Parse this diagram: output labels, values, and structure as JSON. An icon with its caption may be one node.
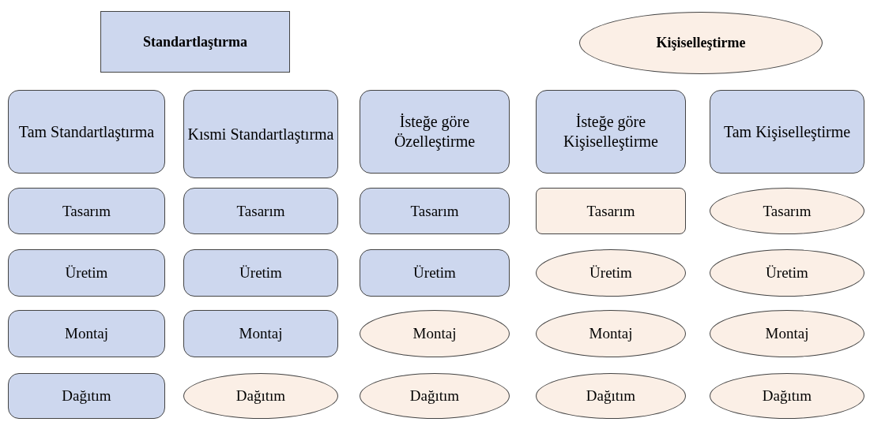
{
  "diagram": {
    "nodes": [
      {
        "text": [
          "Standartlaştırma"
        ]
      },
      {
        "text": [
          "Kişiselleştirme"
        ]
      },
      {
        "text": [
          "Tam Standartlaştırma"
        ]
      },
      {
        "text": [
          "Kısmi Standartlaştırma"
        ]
      },
      {
        "text": [
          "İsteğe göre Özelleştirme"
        ]
      },
      {
        "text": [
          "İsteğe göre Kişiselleştirme"
        ]
      },
      {
        "text": [
          "Tam Kişiselleştirme"
        ]
      },
      {
        "text": [
          "Tasarım"
        ]
      },
      {
        "text": [
          "Tasarım"
        ]
      },
      {
        "text": [
          "Tasarım"
        ]
      },
      {
        "text": [
          "Tasarım"
        ]
      },
      {
        "text": [
          "Tasarım"
        ]
      },
      {
        "text": [
          "Üretim"
        ]
      },
      {
        "text": [
          "Üretim"
        ]
      },
      {
        "text": [
          "Üretim"
        ]
      },
      {
        "text": [
          "Üretim"
        ]
      },
      {
        "text": [
          "Üretim"
        ]
      },
      {
        "text": [
          "Montaj"
        ]
      },
      {
        "text": [
          "Montaj"
        ]
      },
      {
        "text": [
          "Montaj"
        ]
      },
      {
        "text": [
          "Montaj"
        ]
      },
      {
        "text": [
          "Montaj"
        ]
      },
      {
        "text": [
          "Dağıtım"
        ]
      },
      {
        "text": [
          "Dağıtım"
        ]
      },
      {
        "text": [
          "Dağıtım"
        ]
      },
      {
        "text": [
          "Dağıtım"
        ]
      },
      {
        "text": [
          "Dağıtım"
        ]
      }
    ]
  }
}
